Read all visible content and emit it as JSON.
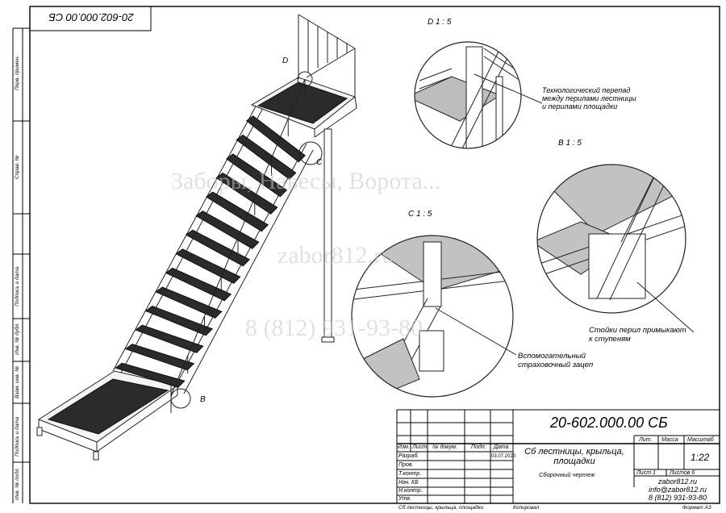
{
  "top_code": "20-602.000.00 СБ",
  "side_labels": [
    "Перв. примен.",
    "Справ. №",
    "Подпись и дата",
    "Инв. № дубл.",
    "Взам. инв. №",
    "Подпись и дата",
    "Инв. № подл."
  ],
  "callouts": {
    "D": "D",
    "C": "C",
    "B": "B"
  },
  "details": {
    "d_title": "D  1 : 5",
    "b_title": "B  1 : 5",
    "c_title": "C  1 : 5",
    "note_d": [
      "Технологический перепад",
      "между перилами лестницы",
      "и перилами площадки"
    ],
    "note_b": [
      "Стойки перил примыкают",
      "к ступеням"
    ],
    "note_c": [
      "Вспомогательный",
      "страховочный зацеп"
    ]
  },
  "watermarks": [
    "Заборы, Навесы, Ворота...",
    "zabor812.ru",
    "8 (812) 931-93-80"
  ],
  "title_block": {
    "code": "20-602.000.00 СБ",
    "col_headers": [
      "Изм.",
      "Лист",
      "№ докум.",
      "Подп.",
      "Дата"
    ],
    "roles": [
      "Разраб.",
      "Пров.",
      "Т.контр.",
      "Нач. КБ",
      "Н.контр.",
      "Утв."
    ],
    "date": "03.07.2020",
    "title_lines": [
      "Сб лестницы, крыльца,",
      "площадки"
    ],
    "doc_type": "Сборочный чертеж",
    "lit_label": "Лит.",
    "mass_label": "Масса",
    "scale_label": "Масштаб",
    "scale": "1:22",
    "sheet": "Лист 1",
    "sheets": "Листов 6",
    "company": [
      "zabor812.ru",
      "info@zabor812.ru",
      "8 (812) 931-93-80"
    ]
  },
  "footer": {
    "name": "Сб лестницы, крыльца, площадки",
    "copied": "Копировал",
    "format": "Формат А3"
  }
}
